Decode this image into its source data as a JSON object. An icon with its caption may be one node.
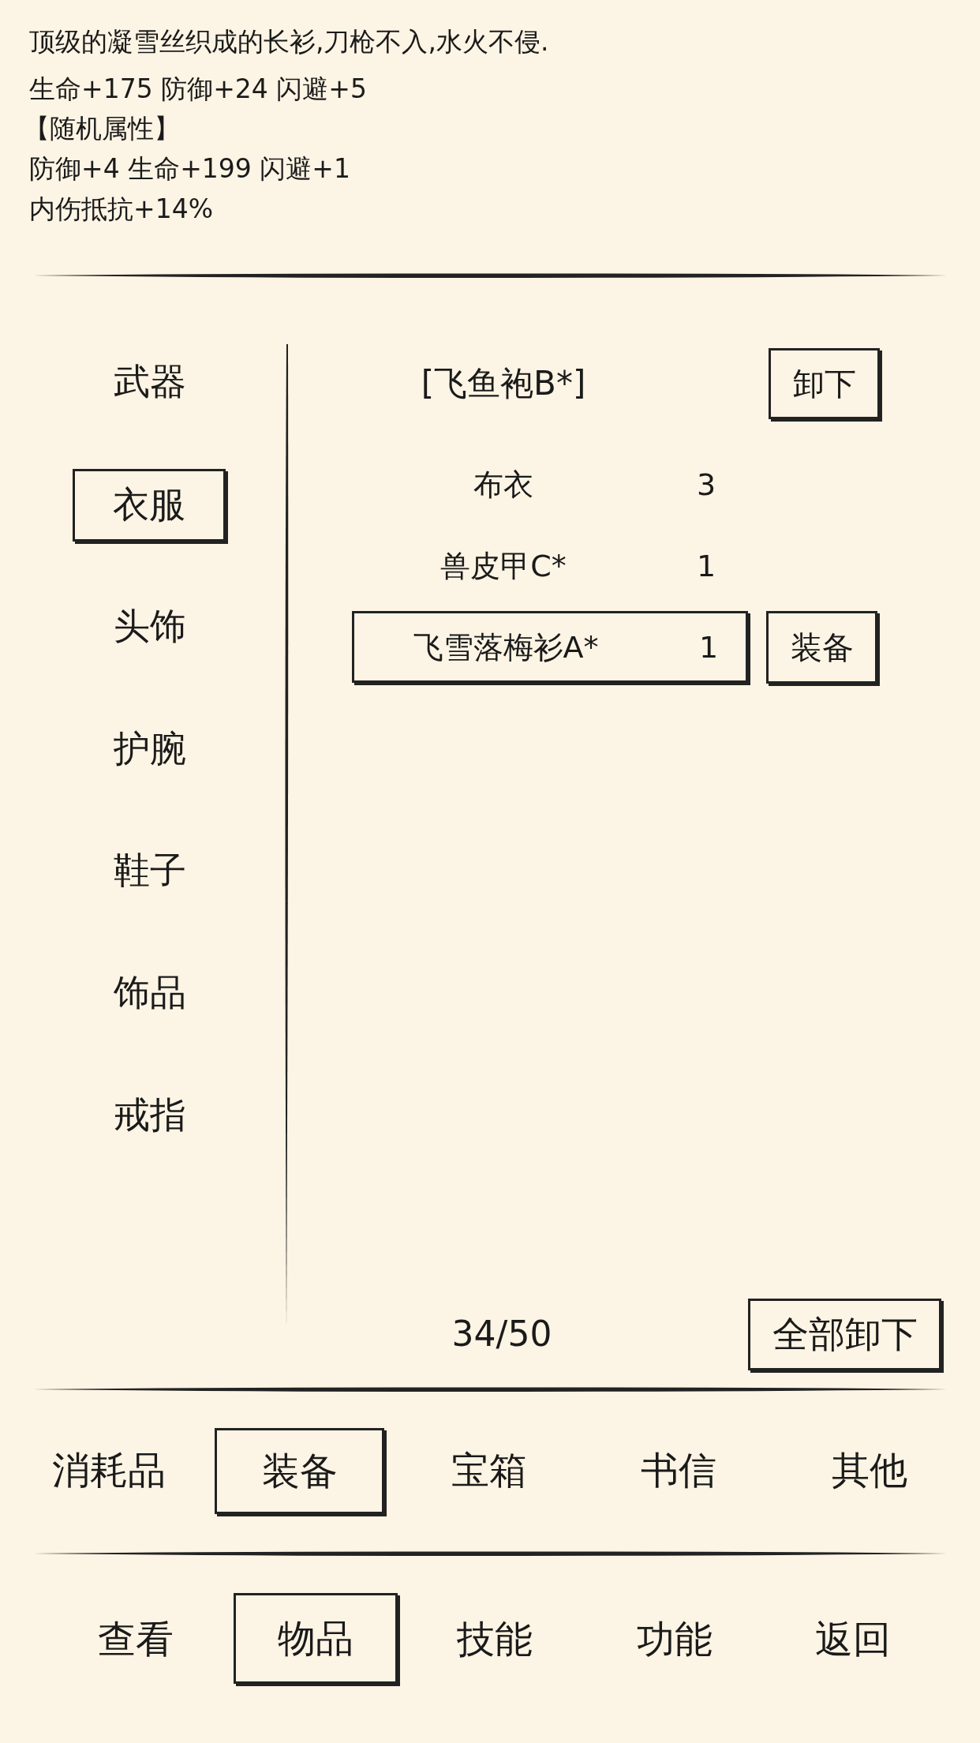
{
  "diagram": {
    "nodes": [
      {
        "text": [
          "卸下"
        ]
      },
      {
        "text": [
          "衣服"
        ]
      },
      {
        "text": [
          "飞雪落梅衫A*",
          "1"
        ]
      },
      {
        "text": [
          "装备"
        ]
      },
      {
        "text": [
          "全部卸下"
        ]
      },
      {
        "text": [
          "装备"
        ]
      },
      {
        "text": [
          "物品"
        ]
      }
    ],
    "labels": [
      "顶级的凝雪丝织成的长衫,刀枪不入,水火不侵.",
      "生命+175 防御+24 闪避+5",
      "【随机属性】",
      "防御+4 生命+199 闪避+1",
      "内伤抵抗+14%",
      "武器",
      "[飞鱼袍B*]",
      "布衣",
      "3",
      "兽皮甲C*",
      "1",
      "头饰",
      "护腕",
      "鞋子",
      "饰品",
      "戒指",
      "34/50",
      "消耗品",
      "宝箱",
      "书信",
      "其他",
      "查看",
      "技能",
      "功能",
      "返回"
    ]
  }
}
